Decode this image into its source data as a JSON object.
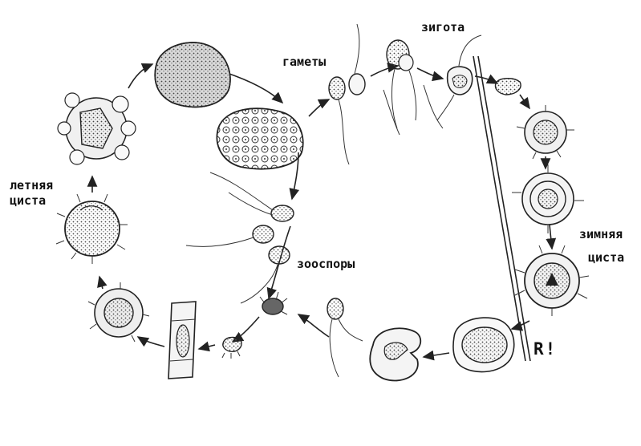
{
  "labels": {
    "summer_cyst_line1": "летняя",
    "summer_cyst_line2": "циста",
    "gametes": "гаметы",
    "zygote": "зигота",
    "zoospores": "зооспоры",
    "winter_cyst_line1": "зимняя",
    "winter_cyst_line2": "циста",
    "meiosis_mark": "R!"
  }
}
